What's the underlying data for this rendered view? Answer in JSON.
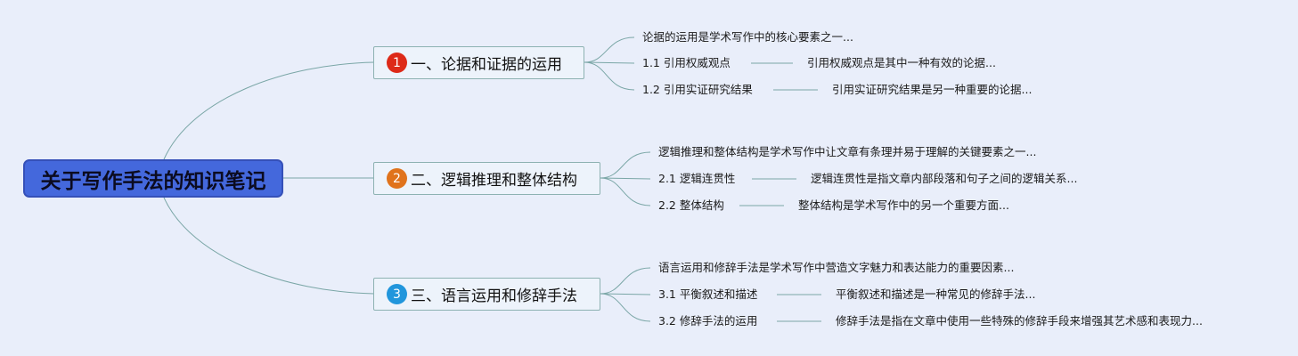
{
  "root": {
    "label": "关于写作手法的知识笔记"
  },
  "branches": [
    {
      "number": "1",
      "badge_color": "#dd2a18",
      "label": "一、论据和证据的运用",
      "summary": "论据的运用是学术写作中的核心要素之一...",
      "items": [
        {
          "label": "1.1 引用权威观点",
          "detail": "引用权威观点是其中一种有效的论据..."
        },
        {
          "label": "1.2 引用实证研究结果",
          "detail": "引用实证研究结果是另一种重要的论据..."
        }
      ]
    },
    {
      "number": "2",
      "badge_color": "#e0731c",
      "label": "二、逻辑推理和整体结构",
      "summary": "逻辑推理和整体结构是学术写作中让文章有条理并易于理解的关键要素之一...",
      "items": [
        {
          "label": "2.1 逻辑连贯性",
          "detail": "逻辑连贯性是指文章内部段落和句子之间的逻辑关系..."
        },
        {
          "label": "2.2 整体结构",
          "detail": "整体结构是学术写作中的另一个重要方面..."
        }
      ]
    },
    {
      "number": "3",
      "badge_color": "#2196dc",
      "label": "三、语言运用和修辞手法",
      "summary": "语言运用和修辞手法是学术写作中营造文字魅力和表达能力的重要因素...",
      "items": [
        {
          "label": "3.1 平衡叙述和描述",
          "detail": "平衡叙述和描述是一种常见的修辞手法..."
        },
        {
          "label": "3.2 修辞手法的运用",
          "detail": "修辞手法是指在文章中使用一些特殊的修辞手段来增强其艺术感和表现力..."
        }
      ]
    }
  ]
}
